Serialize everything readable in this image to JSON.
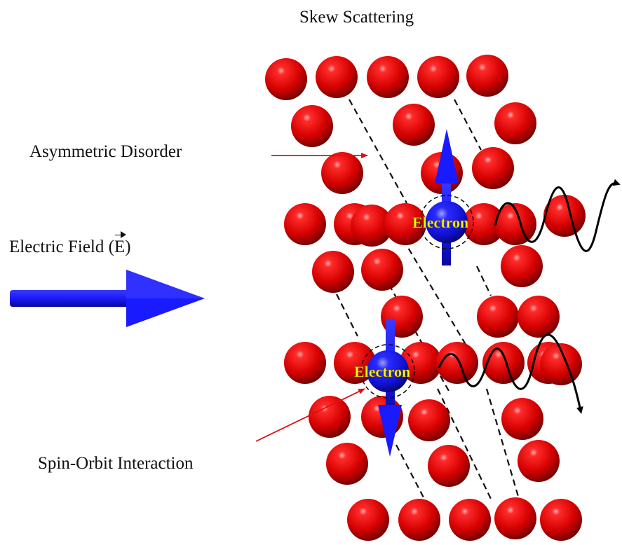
{
  "title": "Skew Scattering",
  "labels": {
    "asymmetric_disorder": "Asymmetric Disorder",
    "electric_field_prefix": "Electric Field (",
    "electric_field_symbol": "E",
    "electric_field_suffix": ")",
    "spin_orbit": "Spin-Orbit Interaction"
  },
  "electrons": [
    {
      "label": "Electron",
      "spin": "up"
    },
    {
      "label": "Electron",
      "spin": "down"
    }
  ],
  "colors": {
    "atom": "#e00000",
    "electron": "#1a1aff",
    "field_arrow": "#1a1aff",
    "pointer": "#e01010",
    "electron_text": "#ffff00"
  }
}
